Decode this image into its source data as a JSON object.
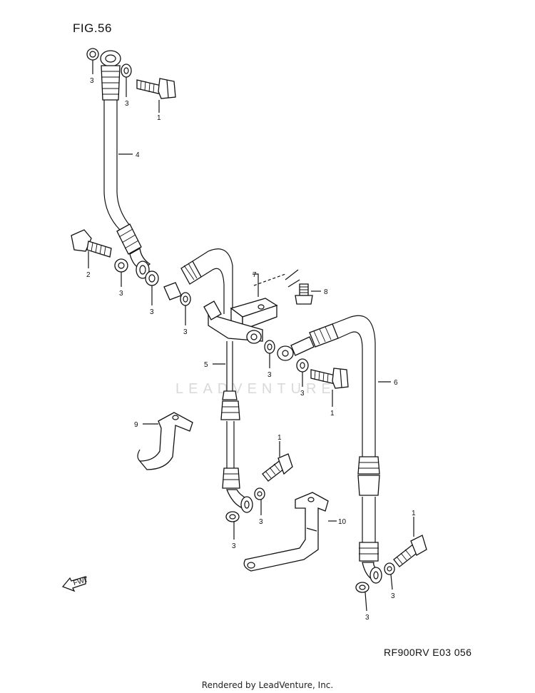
{
  "figure": {
    "title": "FIG.56",
    "code": "RF900RV E03 056"
  },
  "footer": "Rendered by LeadVenture, Inc.",
  "watermark": "LEADVENTURE",
  "direction_label": "FWD",
  "callouts": [
    {
      "id": "c1",
      "label": "3"
    },
    {
      "id": "c2",
      "label": "3"
    },
    {
      "id": "c3",
      "label": "1"
    },
    {
      "id": "c4",
      "label": "4"
    },
    {
      "id": "c5",
      "label": "2"
    },
    {
      "id": "c6",
      "label": "3"
    },
    {
      "id": "c7",
      "label": "3"
    },
    {
      "id": "c8",
      "label": "7"
    },
    {
      "id": "c9",
      "label": "8"
    },
    {
      "id": "c10",
      "label": "3"
    },
    {
      "id": "c11",
      "label": "5"
    },
    {
      "id": "c12",
      "label": "3"
    },
    {
      "id": "c13",
      "label": "3"
    },
    {
      "id": "c14",
      "label": "6"
    },
    {
      "id": "c15",
      "label": "1"
    },
    {
      "id": "c16",
      "label": "9"
    },
    {
      "id": "c17",
      "label": "1"
    },
    {
      "id": "c18",
      "label": "3"
    },
    {
      "id": "c19",
      "label": "10"
    },
    {
      "id": "c20",
      "label": "3"
    },
    {
      "id": "c21",
      "label": "1"
    },
    {
      "id": "c22",
      "label": "3"
    },
    {
      "id": "c23",
      "label": "3"
    }
  ]
}
